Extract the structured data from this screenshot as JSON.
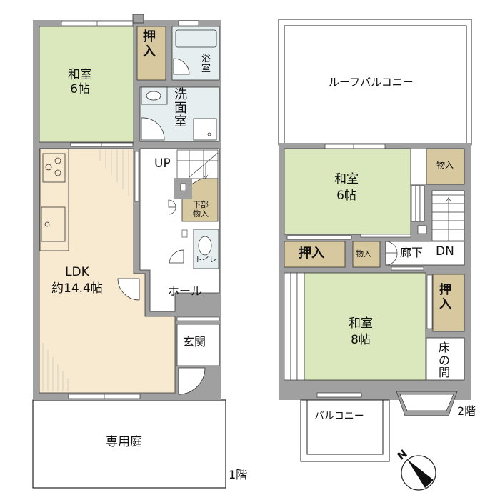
{
  "colors": {
    "wall": "#a0a0a0",
    "washitsu": "#dbe8bd",
    "closet": "#d7c8a0",
    "ldk": "#f7ead0",
    "wet": "#e6eef0",
    "floor": "#ffffff",
    "line": "#222222"
  },
  "floor1": {
    "label": "1階",
    "rooms": {
      "washitsu": {
        "name": "和室",
        "size": "6帖"
      },
      "oshiire": {
        "line1": "押",
        "line2": "入"
      },
      "bath": {
        "line1": "浴",
        "line2": "室"
      },
      "senmen": {
        "line1": "洗",
        "line2": "面",
        "line3": "室"
      },
      "up": "UP",
      "kabu_monoire": {
        "line1": "下部",
        "line2": "物入"
      },
      "toilet": "トイレ",
      "ldk": {
        "name": "LDK",
        "size": "約14.4帖"
      },
      "hall": "ホール",
      "genkan": "玄関",
      "garden": "専用庭"
    }
  },
  "floor2": {
    "label": "2階",
    "rooms": {
      "roof_balcony": "ルーフバルコニー",
      "washitsu6": {
        "name": "和室",
        "size": "6帖"
      },
      "monoire_top": "物入",
      "oshiire": "押入",
      "monoire_small": "物入",
      "rouka": "廊下",
      "dn": "DN",
      "washitsu8": {
        "name": "和室",
        "size": "8帖"
      },
      "oshiire_v": {
        "line1": "押",
        "line2": "入"
      },
      "tokonoma": {
        "line1": "床",
        "line2": "の",
        "line3": "間"
      },
      "balcony": "バルコニー"
    }
  },
  "compass": {
    "north_label": "N"
  }
}
